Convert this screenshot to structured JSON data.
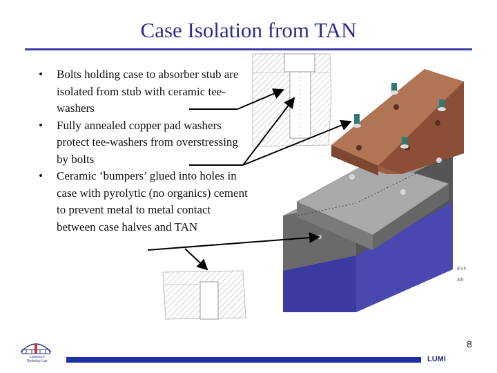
{
  "slide": {
    "title": "Case Isolation from TAN",
    "bullets": [
      {
        "marker": "•",
        "text": "Bolts holding case to absorber stub are isolated from stub with ceramic tee-washers"
      },
      {
        "marker": "•",
        "text": "Fully annealed copper pad washers protect tee-washers from overstressing by bolts"
      },
      {
        "marker": "•",
        "text": "Ceramic ‘bumpers’ glued into holes in case with pyrolytic (no organics) cement to prevent metal to metal contact between case halves and TAN"
      }
    ],
    "page_number": "8",
    "side_labels": [
      "EXF",
      "ath"
    ]
  },
  "footer": {
    "lab_logo_lines": [
      "Lawrence",
      "Berkeley Lab"
    ],
    "program": "LUMI",
    "bar_color": "#1f2fa6"
  },
  "colors": {
    "title": "#2b2b8f",
    "rule": "#3a3aa0",
    "copper": "#a86a4a",
    "case_gray": "#6e6e6e",
    "case_blue": "#4848b0"
  }
}
